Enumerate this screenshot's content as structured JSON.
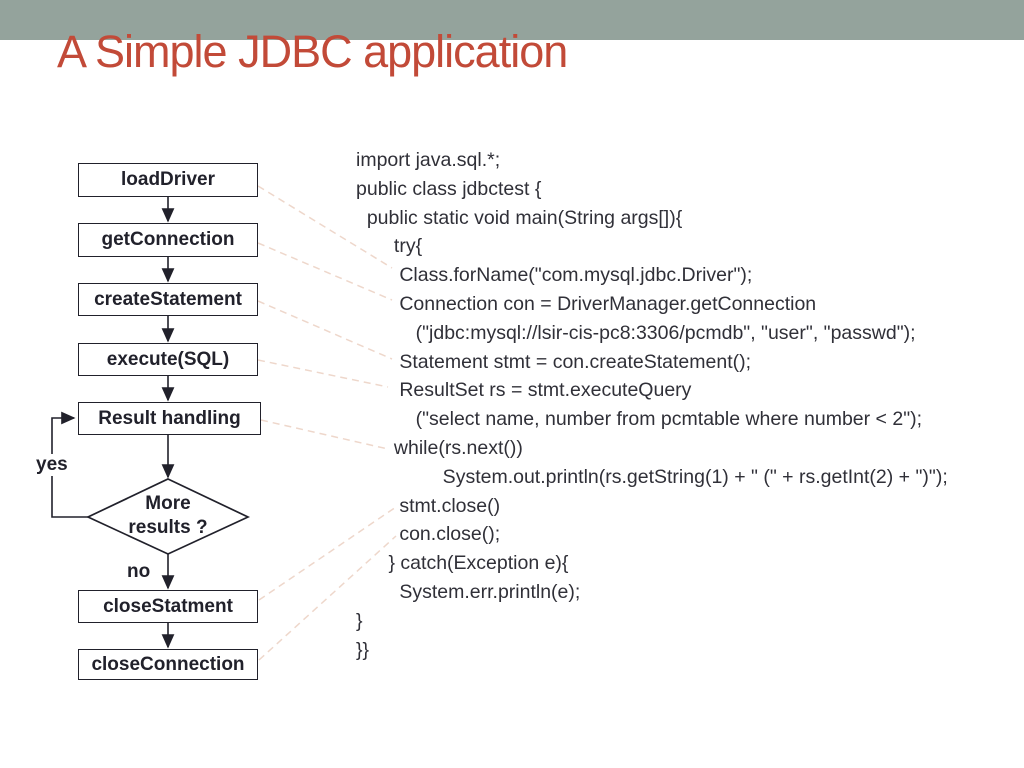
{
  "slide": {
    "title": "A Simple JDBC application"
  },
  "colors": {
    "top_band": "#94a39c",
    "title_text": "#c24a38",
    "background": "#ffffff",
    "diagram_ink": "#21212b",
    "code_text": "#303038",
    "callout_line": "#eed7cb"
  },
  "flowchart": {
    "nodes": [
      {
        "label": "loadDriver"
      },
      {
        "label": "getConnection"
      },
      {
        "label": "createStatement"
      },
      {
        "label": "execute(SQL)"
      },
      {
        "label": "Result handling"
      },
      {
        "label": "closeStatment"
      },
      {
        "label": "closeConnection"
      }
    ],
    "decision": {
      "line1": "More",
      "line2": "results ?"
    },
    "edge_labels": {
      "yes": "yes",
      "no": "no"
    }
  },
  "code": {
    "lines": [
      "import java.sql.*;",
      "public class jdbctest {",
      "  public static void main(String args[]){",
      "       try{",
      "        Class.forName(\"com.mysql.jdbc.Driver\");",
      "        Connection con = DriverManager.getConnection",
      "           (\"jdbc:mysql://lsir-cis-pc8:3306/pcmdb\", \"user\", \"passwd\");",
      "        Statement stmt = con.createStatement();",
      "        ResultSet rs = stmt.executeQuery",
      "           (\"select name, number from pcmtable where number < 2\");",
      "       while(rs.next())",
      "                System.out.println(rs.getString(1) + \" (\" + rs.getInt(2) + \")\");",
      "        stmt.close()",
      "        con.close();",
      "      } catch(Exception e){",
      "        System.err.println(e);",
      "}",
      "}}"
    ]
  }
}
